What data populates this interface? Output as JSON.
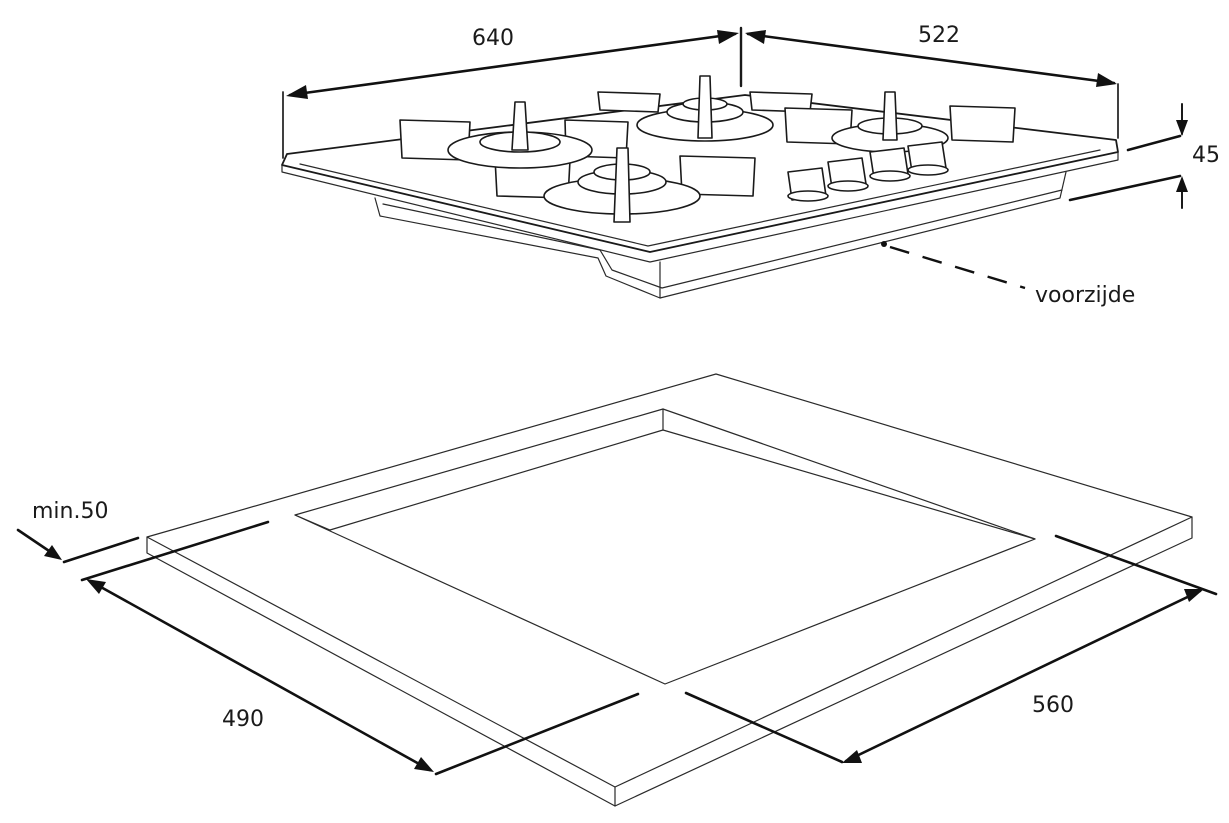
{
  "labels": {
    "hob_width": "640",
    "hob_depth": "522",
    "hob_height": "45",
    "front": "voorzijde",
    "min_margin": "min.50",
    "cutout_depth": "490",
    "cutout_width": "560"
  },
  "colors": {
    "line": "#1a1a1a",
    "background": "#ffffff"
  }
}
